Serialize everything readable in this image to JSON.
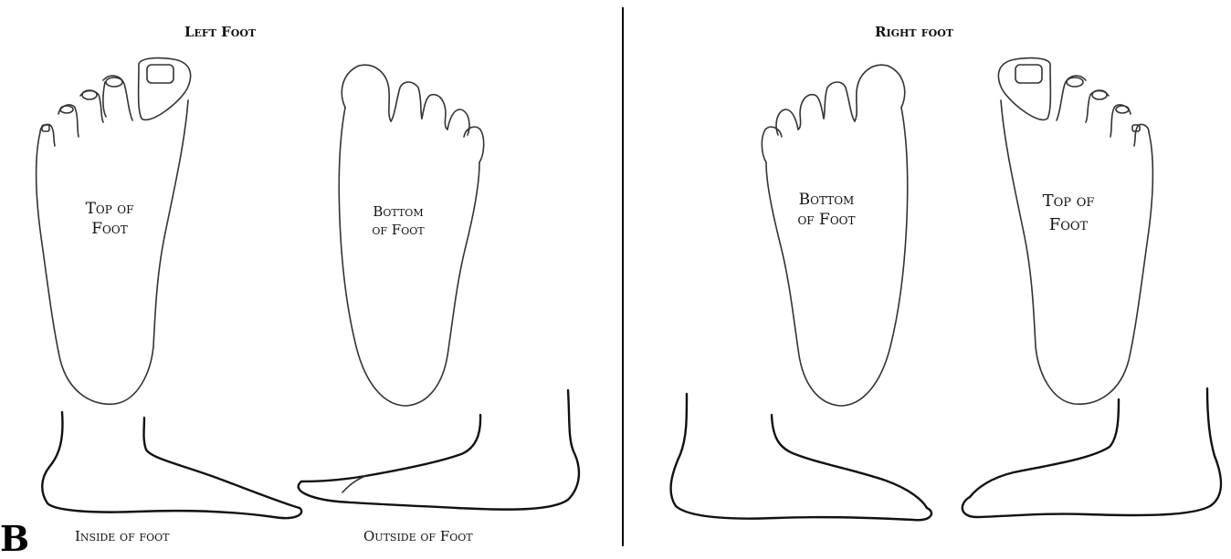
{
  "left_foot": {
    "header": "Left Foot",
    "top_label": [
      "Top of",
      "Foot"
    ],
    "bottom_label": [
      "Bottom",
      "of Foot"
    ],
    "inside_caption": "Inside of foot",
    "outside_caption": "Outside of Foot"
  },
  "right_foot": {
    "header": "Right foot",
    "bottom_label": [
      "Bottom",
      "of Foot"
    ],
    "top_label": [
      "Top of",
      "Foot"
    ]
  },
  "page_letter": "B"
}
